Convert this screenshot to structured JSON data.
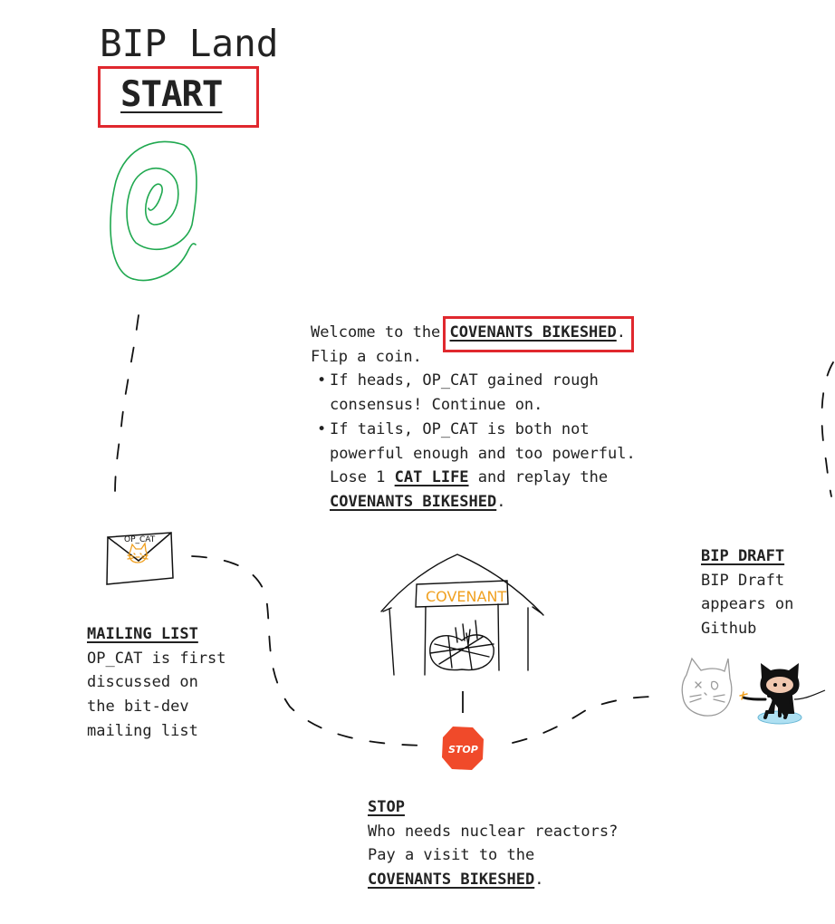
{
  "game": {
    "title": "BIP Land",
    "start_label": "START"
  },
  "covenants": {
    "line1_prefix": "Welcome to the ",
    "line1_link": "COVENANTS BIKESHED",
    "line1_suffix": ".",
    "line2": "Flip a coin.",
    "heads_line1": "If heads, OP_CAT gained rough",
    "heads_line2": "consensus! Continue on.",
    "tails_line1": "If tails, OP_CAT is both not",
    "tails_line2": "powerful enough and too powerful.",
    "tails_line3_prefix": "Lose 1 ",
    "tails_line3_link": "CAT LIFE",
    "tails_line3_suffix": " and replay the",
    "tails_line4_link": "COVENANTS BIKESHED",
    "tails_line4_suffix": "."
  },
  "mailing_list": {
    "heading": "MAILING LIST",
    "line1": "OP_CAT is first",
    "line2": "discussed on",
    "line3": "the bit-dev",
    "line4": "mailing list",
    "envelope_label": "OP_CAT"
  },
  "bip_draft": {
    "heading": "BIP DRAFT",
    "line1": "BIP Draft",
    "line2": "appears on",
    "line3": "Github"
  },
  "stop": {
    "heading": "STOP",
    "line1": "Who needs nuclear reactors?",
    "line2": "Pay a visit to the",
    "line3_link": "COVENANTS BIKESHED",
    "line3_suffix": ".",
    "sign_label": "STOP"
  },
  "shed": {
    "sign_label": "COVENANT"
  },
  "colors": {
    "highlight_red": "#e0282e",
    "spiral_green": "#1fa84f",
    "cat_orange": "#f0a020",
    "stop_red": "#f04a2a",
    "text": "#222222"
  },
  "icons": [
    "spiral-icon",
    "envelope-cat-icon",
    "covenant-shed-icon",
    "stop-sign-icon",
    "dead-cat-icon",
    "github-octocat-icon"
  ]
}
